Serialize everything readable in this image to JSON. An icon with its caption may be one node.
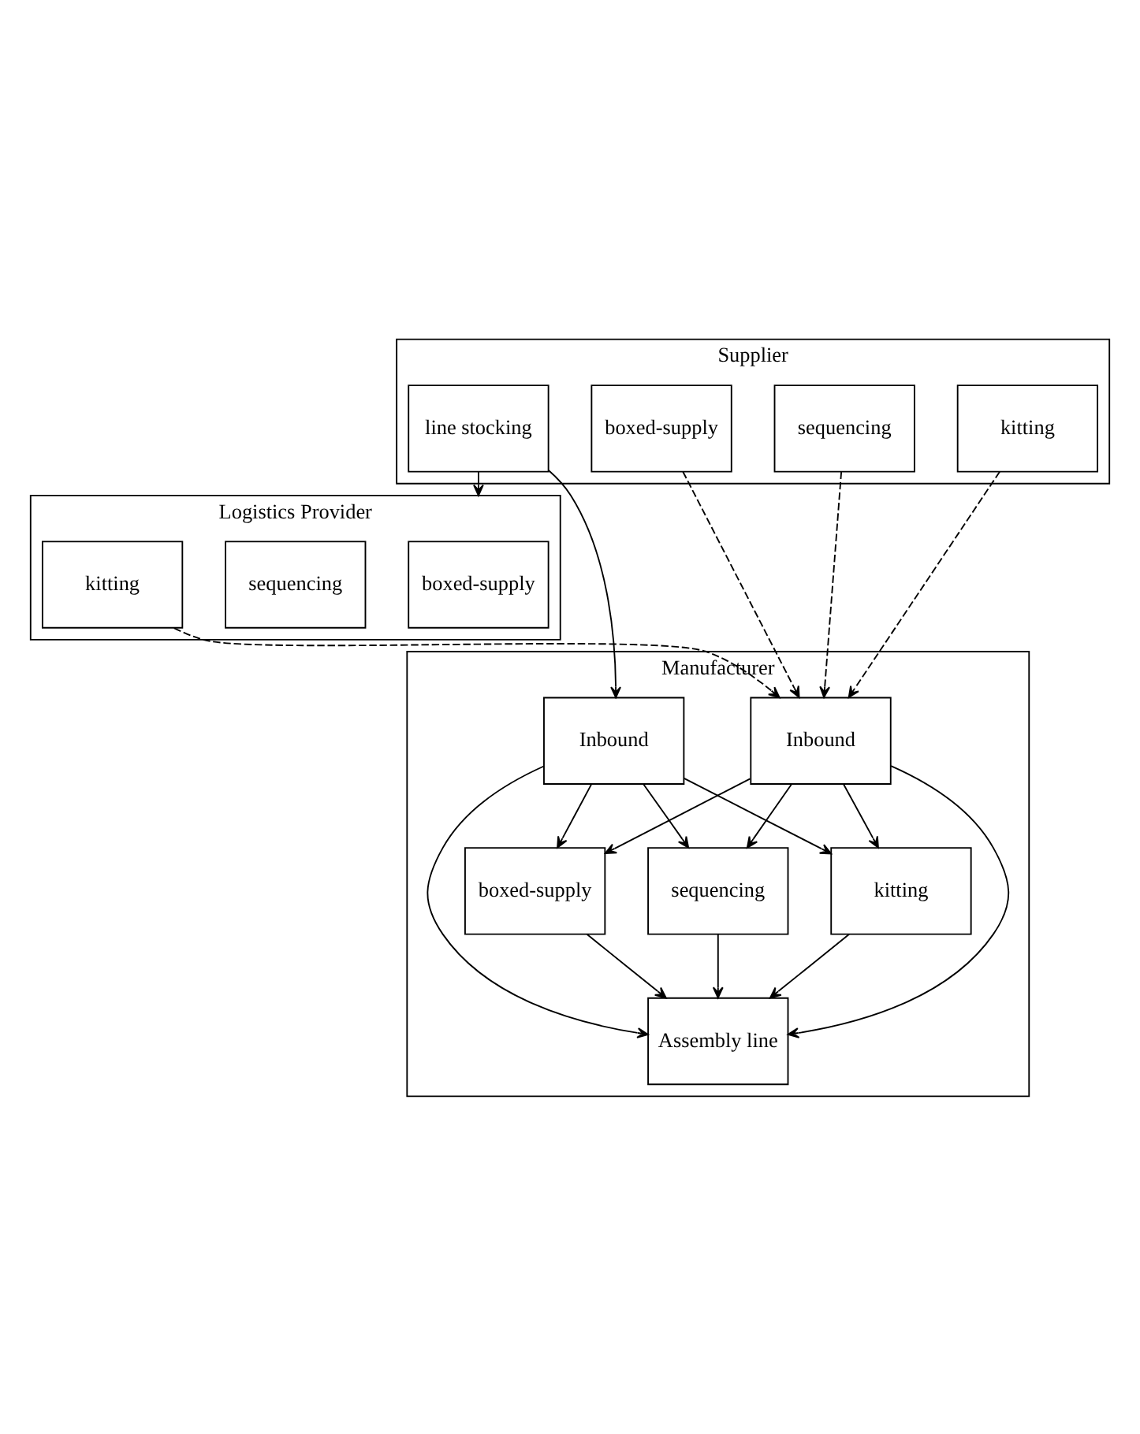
{
  "diagram": {
    "nodes": [
      {
        "text": [
          "Supplier"
        ]
      },
      {
        "text": [
          "line stocking"
        ],
        "in": 0
      },
      {
        "text": [
          "boxed-supply"
        ],
        "in": 0
      },
      {
        "text": [
          "sequencing"
        ],
        "in": 0
      },
      {
        "text": [
          "kitting"
        ],
        "in": 0
      },
      {
        "text": [
          "Logistics Provider"
        ]
      },
      {
        "text": [
          "boxed-supply"
        ],
        "in": 5
      },
      {
        "text": [
          "sequencing"
        ],
        "in": 5
      },
      {
        "text": [
          "kitting"
        ],
        "in": 5
      },
      {
        "text": [
          "Manufacturer"
        ]
      },
      {
        "text": [
          "Inbound"
        ],
        "in": 9
      },
      {
        "text": [
          "Inbound"
        ],
        "in": 9
      },
      {
        "text": [
          "boxed-supply"
        ],
        "in": 9
      },
      {
        "text": [
          "sequencing"
        ],
        "in": 9
      },
      {
        "text": [
          "kitting"
        ],
        "in": 9
      },
      {
        "text": [
          "Assembly line"
        ],
        "in": 9
      }
    ],
    "edges": [
      {
        "from": 1,
        "to": 5,
        "arrow": "to"
      },
      {
        "from": 1,
        "to": 10,
        "arrow": "to"
      },
      {
        "from": 2,
        "to": 11,
        "arrow": "to",
        "style": "dashed"
      },
      {
        "from": 3,
        "to": 11,
        "arrow": "to",
        "style": "dashed"
      },
      {
        "from": 4,
        "to": 11,
        "arrow": "to",
        "style": "dashed"
      },
      {
        "from": 8,
        "to": 11,
        "arrow": "to",
        "style": "dashed"
      },
      {
        "from": 10,
        "to": 12,
        "arrow": "to"
      },
      {
        "from": 10,
        "to": 13,
        "arrow": "to"
      },
      {
        "from": 10,
        "to": 14,
        "arrow": "to"
      },
      {
        "from": 10,
        "to": 15,
        "arrow": "to"
      },
      {
        "from": 11,
        "to": 12,
        "arrow": "to"
      },
      {
        "from": 11,
        "to": 13,
        "arrow": "to"
      },
      {
        "from": 11,
        "to": 14,
        "arrow": "to"
      },
      {
        "from": 11,
        "to": 15,
        "arrow": "to"
      },
      {
        "from": 12,
        "to": 15,
        "arrow": "to"
      },
      {
        "from": 13,
        "to": 15,
        "arrow": "to"
      },
      {
        "from": 14,
        "to": 15,
        "arrow": "to"
      }
    ]
  }
}
